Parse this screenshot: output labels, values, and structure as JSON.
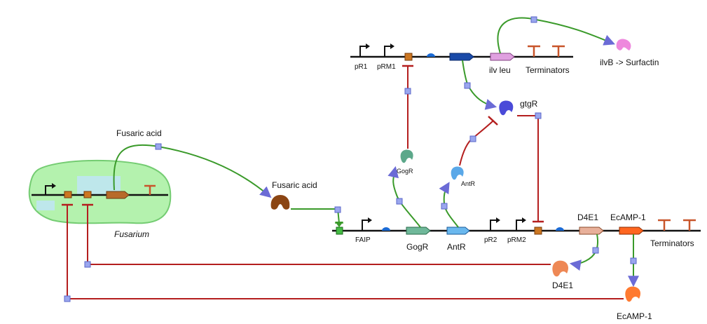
{
  "labels": {
    "fusaric_acid_top": "Fusaric acid",
    "fusaric_acid_right": "Fusaric acid",
    "fusarium": "Fusarium",
    "pR1": "pR1",
    "pRM1": "pRM1",
    "ilv_leu": "ilv leu",
    "terminators_top": "Terminators",
    "ilvB_surfactin": "ilvB -> Surfactin",
    "gtgR": "gtgR",
    "gogR_protein": "GogR",
    "antR_protein": "AntR",
    "faip": "FAIP",
    "gogR_gene": "GogR",
    "antR_gene": "AntR",
    "pR2": "pR2",
    "pRM2": "pRM2",
    "d4e1_gene": "D4E1",
    "ecamp1_gene": "EcAMP-1",
    "terminators_bottom": "Terminators",
    "d4e1_protein": "D4E1",
    "ecamp1_protein": "EcAMP-1"
  },
  "colors": {
    "activation": "#3a9a2a",
    "repression": "#b41e1e",
    "arrowhead": "#6b6bd6",
    "node": "#9aa6ee",
    "cell_fill": "#a8f0a0",
    "cell_stroke": "#5cc45a",
    "backbone": "#111111",
    "fusaric_acid": "#8b4513",
    "gogR": "#5ca88a",
    "antR": "#5aa8e8",
    "gtgR": "#4a4ad8",
    "surfactin": "#ee88dd",
    "d4e1": "#ee8855",
    "ecamp1": "#ff6620"
  }
}
